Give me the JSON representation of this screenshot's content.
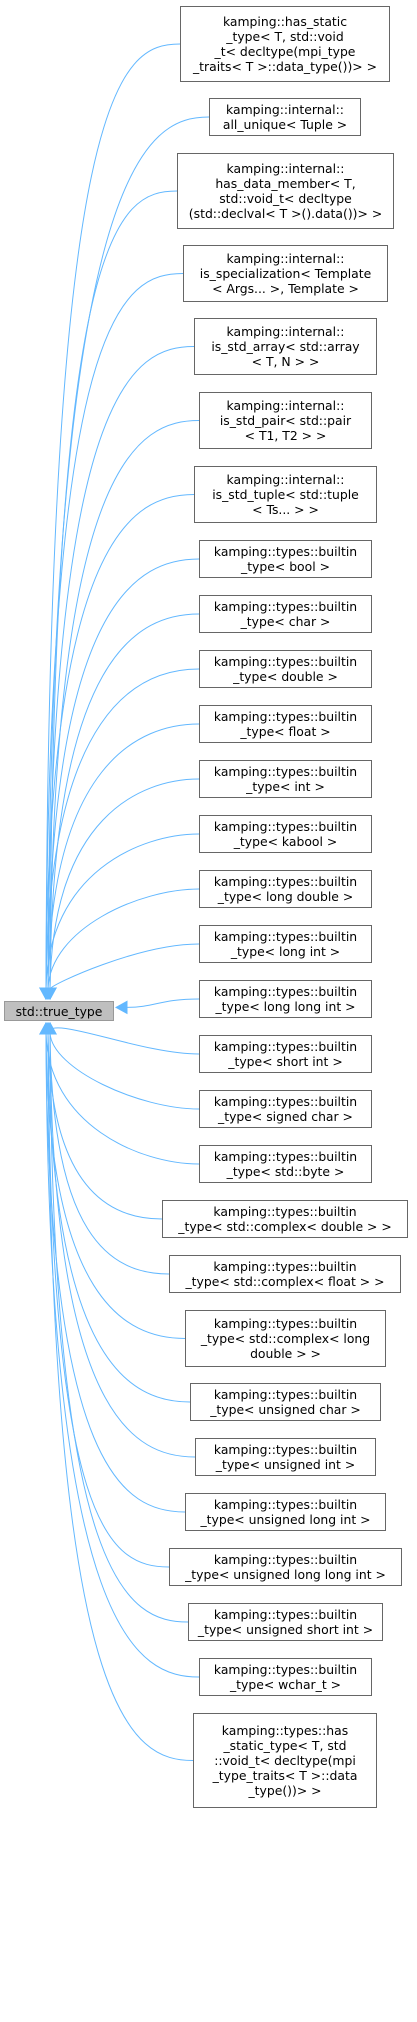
{
  "root": {
    "label": "std::true_type"
  },
  "children": [
    {
      "lines": [
        "kamping::has_static",
        "_type< T, std::void",
        "_t< decltype(mpi_type",
        "_traits< T >::data_type())> >"
      ]
    },
    {
      "lines": [
        "kamping::internal::",
        "all_unique< Tuple >"
      ]
    },
    {
      "lines": [
        "kamping::internal::",
        "has_data_member< T,",
        "std::void_t< decltype",
        "(std::declval< T >().data())> >"
      ]
    },
    {
      "lines": [
        "kamping::internal::",
        "is_specialization< Template",
        "< Args... >, Template >"
      ]
    },
    {
      "lines": [
        "kamping::internal::",
        "is_std_array< std::array",
        "< T, N > >"
      ]
    },
    {
      "lines": [
        "kamping::internal::",
        "is_std_pair< std::pair",
        "< T1, T2 > >"
      ]
    },
    {
      "lines": [
        "kamping::internal::",
        "is_std_tuple< std::tuple",
        "< Ts... > >"
      ]
    },
    {
      "lines": [
        "kamping::types::builtin",
        "_type< bool >"
      ]
    },
    {
      "lines": [
        "kamping::types::builtin",
        "_type< char >"
      ]
    },
    {
      "lines": [
        "kamping::types::builtin",
        "_type< double >"
      ]
    },
    {
      "lines": [
        "kamping::types::builtin",
        "_type< float >"
      ]
    },
    {
      "lines": [
        "kamping::types::builtin",
        "_type< int >"
      ]
    },
    {
      "lines": [
        "kamping::types::builtin",
        "_type< kabool >"
      ]
    },
    {
      "lines": [
        "kamping::types::builtin",
        "_type< long double >"
      ]
    },
    {
      "lines": [
        "kamping::types::builtin",
        "_type< long int >"
      ]
    },
    {
      "lines": [
        "kamping::types::builtin",
        "_type< long long int >"
      ]
    },
    {
      "lines": [
        "kamping::types::builtin",
        "_type< short int >"
      ]
    },
    {
      "lines": [
        "kamping::types::builtin",
        "_type< signed char >"
      ]
    },
    {
      "lines": [
        "kamping::types::builtin",
        "_type< std::byte >"
      ]
    },
    {
      "lines": [
        "kamping::types::builtin",
        "_type< std::complex< double > >"
      ]
    },
    {
      "lines": [
        "kamping::types::builtin",
        "_type< std::complex< float > >"
      ]
    },
    {
      "lines": [
        "kamping::types::builtin",
        "_type< std::complex< long",
        "double > >"
      ]
    },
    {
      "lines": [
        "kamping::types::builtin",
        "_type< unsigned char >"
      ]
    },
    {
      "lines": [
        "kamping::types::builtin",
        "_type< unsigned int >"
      ]
    },
    {
      "lines": [
        "kamping::types::builtin",
        "_type< unsigned long int >"
      ]
    },
    {
      "lines": [
        "kamping::types::builtin",
        "_type< unsigned long long int >"
      ]
    },
    {
      "lines": [
        "kamping::types::builtin",
        "_type< unsigned short int >"
      ]
    },
    {
      "lines": [
        "kamping::types::builtin",
        "_type< wchar_t >"
      ]
    },
    {
      "lines": [
        "kamping::types::has",
        "_static_type< T, std",
        "::void_t< decltype(mpi",
        "_type_traits< T >::data",
        "_type())> >"
      ]
    }
  ],
  "colors": {
    "edge": "#63b8ff",
    "node_border": "#666666",
    "root_fill": "#bfbfbf"
  }
}
